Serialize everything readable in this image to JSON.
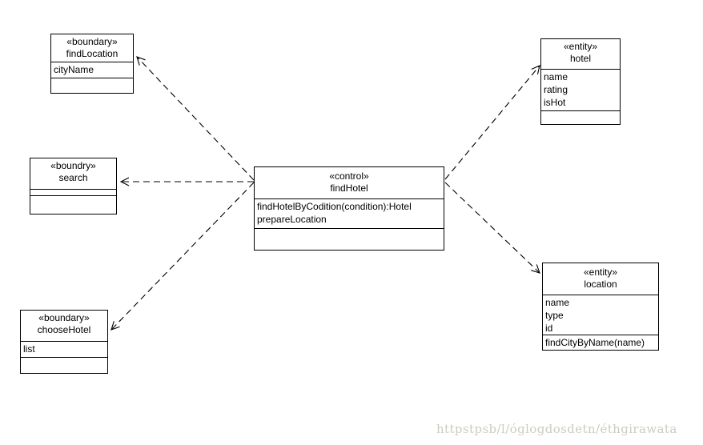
{
  "classes": [
    {
      "id": "findLocation",
      "stereotype": "«boundary»",
      "name": "findLocation",
      "compartments": [
        [
          "cityName"
        ],
        []
      ]
    },
    {
      "id": "search",
      "stereotype": "«boundry»",
      "name": "search",
      "compartments": [
        [],
        []
      ]
    },
    {
      "id": "chooseHotel",
      "stereotype": "«boundary»",
      "name": "chooseHotel",
      "compartments": [
        [
          "list"
        ],
        []
      ]
    },
    {
      "id": "findHotel",
      "stereotype": "«control»",
      "name": "findHotel",
      "compartments": [
        [
          "findHotelByCodition(condition):Hotel",
          "prepareLocation"
        ],
        []
      ]
    },
    {
      "id": "hotel",
      "stereotype": "«entity»",
      "name": "hotel",
      "compartments": [
        [
          "name",
          "rating",
          "isHot"
        ],
        []
      ]
    },
    {
      "id": "location",
      "stereotype": "«entity»",
      "name": "location",
      "compartments": [
        [
          "name",
          "type",
          "id"
        ],
        [
          "findCityByName(name)"
        ]
      ]
    }
  ],
  "relations": [
    {
      "from": "findHotel",
      "to": "findLocation",
      "style": "dashed-open-arrow"
    },
    {
      "from": "findHotel",
      "to": "search",
      "style": "dashed-open-arrow"
    },
    {
      "from": "findHotel",
      "to": "chooseHotel",
      "style": "dashed-open-arrow"
    },
    {
      "from": "findHotel",
      "to": "hotel",
      "style": "dashed-open-arrow"
    },
    {
      "from": "findHotel",
      "to": "location",
      "style": "dashed-open-arrow"
    }
  ],
  "watermark": {
    "text": "httpstpsb/l/óglogdosdetn/éthgirawata",
    "color": "#ccccc2"
  },
  "colors": {
    "line": "#000000",
    "box_background": "#ffffff",
    "text": "#000000"
  }
}
